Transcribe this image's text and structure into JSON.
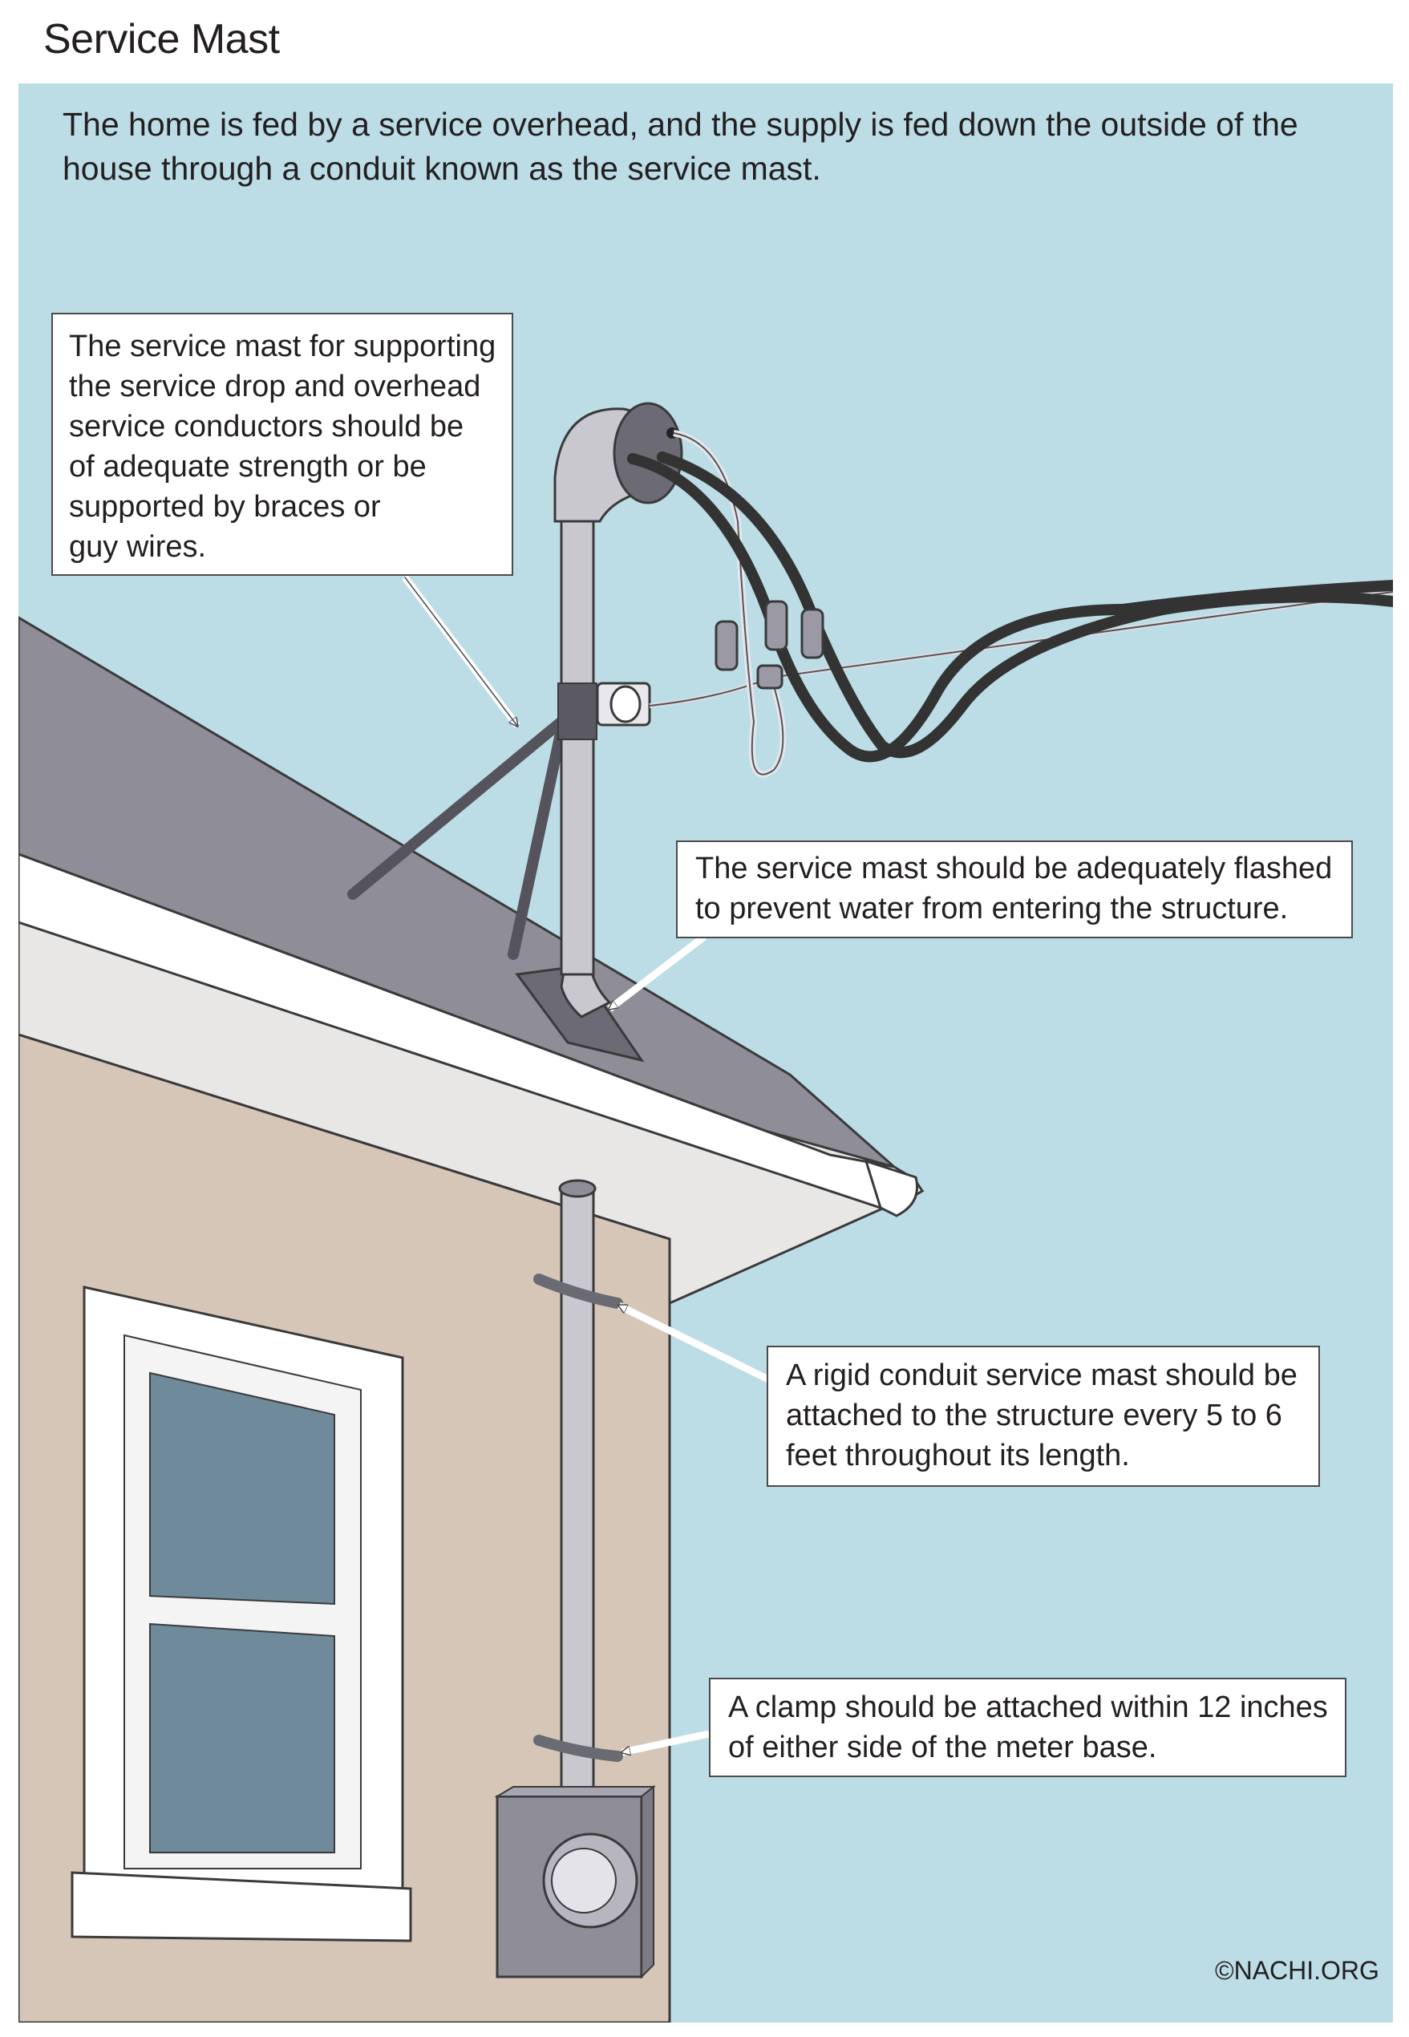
{
  "title": "Service Mast",
  "intro": "The home is fed by a service overhead, and the supply is fed down the outside of the house through a conduit known as the service mast.",
  "callouts": {
    "support": [
      "The service mast for supporting",
      "the service drop and overhead",
      "service conductors should be",
      "of adequate strength or be",
      "supported by braces or",
      "guy wires."
    ],
    "flashing": [
      "The service mast should be adequately flashed",
      "to prevent water from entering the structure."
    ],
    "attachment": [
      "A rigid conduit service mast should be",
      "attached to the structure every 5 to 6",
      "feet throughout its length."
    ],
    "clamp": [
      "A clamp should be attached within 12 inches",
      "of either side of the meter base."
    ]
  },
  "credit": "©NACHI.ORG",
  "colors": {
    "sky": "#bcdde6",
    "roof": "#8e8d98",
    "fascia": "#ffffff",
    "soffit": "#e8e7e6",
    "siding": "#d6c6b8",
    "glass": "#6f8a9b",
    "conduit": "#c9c8cf",
    "meter": "#8f8e98",
    "cable": "#333333",
    "outline": "#3a3a3a"
  }
}
